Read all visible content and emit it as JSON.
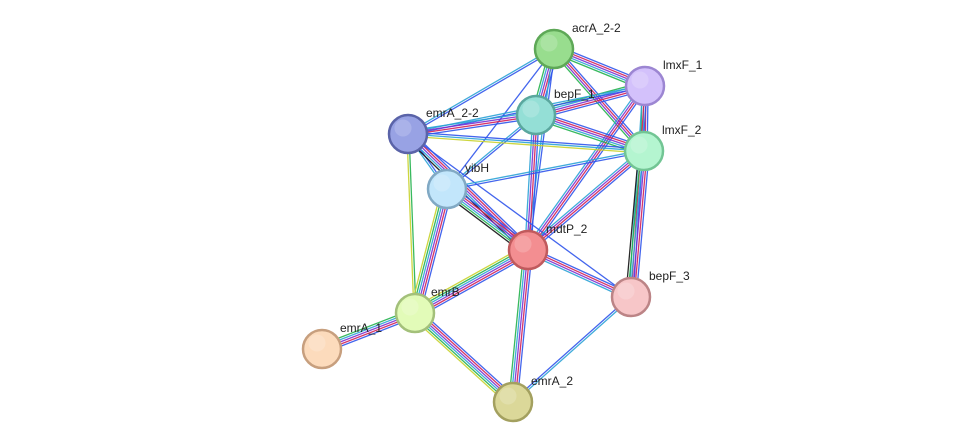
{
  "network": {
    "edge_colors": [
      "#2f54eb",
      "#d11f58",
      "#7a2fd0",
      "#2ba2d6",
      "#22b14c",
      "#c8d22b",
      "#111111"
    ],
    "nodes": [
      {
        "id": "acrA_2-2",
        "label": "acrA_2-2",
        "color": "#98dd8e",
        "stroke": "#5ea857"
      },
      {
        "id": "lmxF_1",
        "label": "lmxF_1",
        "color": "#d3c1fb",
        "stroke": "#9c86d2"
      },
      {
        "id": "bepF_1",
        "label": "bepF_1",
        "color": "#94dfd6",
        "stroke": "#5aa79e"
      },
      {
        "id": "emrA_2-2",
        "label": "emrA_2-2",
        "color": "#98a2e4",
        "stroke": "#5a63a8"
      },
      {
        "id": "lmxF_2",
        "label": "lmxF_2",
        "color": "#b4f5d0",
        "stroke": "#72c594"
      },
      {
        "id": "yibH",
        "label": "yibH",
        "color": "#c2e6fb",
        "stroke": "#81a9c4"
      },
      {
        "id": "mdtP_2",
        "label": "mdtP_2",
        "color": "#f38e91",
        "stroke": "#c05a5d"
      },
      {
        "id": "bepF_3",
        "label": "bepF_3",
        "color": "#f7c6c8",
        "stroke": "#bc8486"
      },
      {
        "id": "emrB",
        "label": "emrB",
        "color": "#e2fbb8",
        "stroke": "#a3c07a"
      },
      {
        "id": "emrA_1",
        "label": "emrA_1",
        "color": "#fcdbbc",
        "stroke": "#c79f7e"
      },
      {
        "id": "emrA_2",
        "label": "emrA_2",
        "color": "#dbd899",
        "stroke": "#a3a05f"
      }
    ],
    "edges": [
      {
        "source": "acrA_2-2",
        "target": "lmxF_1",
        "lines": [
          0,
          1,
          2,
          3,
          4
        ]
      },
      {
        "source": "acrA_2-2",
        "target": "bepF_1",
        "lines": [
          0,
          1,
          2,
          3,
          4
        ]
      },
      {
        "source": "acrA_2-2",
        "target": "lmxF_2",
        "lines": [
          0,
          1,
          2,
          4
        ]
      },
      {
        "source": "acrA_2-2",
        "target": "emrA_2-2",
        "lines": [
          0,
          3
        ]
      },
      {
        "source": "acrA_2-2",
        "target": "mdtP_2",
        "lines": [
          0,
          3
        ]
      },
      {
        "source": "acrA_2-2",
        "target": "yibH",
        "lines": [
          0
        ]
      },
      {
        "source": "lmxF_1",
        "target": "bepF_1",
        "lines": [
          0,
          1,
          2,
          3,
          4
        ]
      },
      {
        "source": "lmxF_1",
        "target": "lmxF_2",
        "lines": [
          0,
          1,
          3,
          4
        ]
      },
      {
        "source": "lmxF_1",
        "target": "emrA_2-2",
        "lines": [
          0,
          3
        ]
      },
      {
        "source": "lmxF_1",
        "target": "mdtP_2",
        "lines": [
          0,
          1,
          2,
          3
        ]
      },
      {
        "source": "lmxF_1",
        "target": "bepF_3",
        "lines": [
          0,
          1,
          3
        ]
      },
      {
        "source": "bepF_1",
        "target": "lmxF_2",
        "lines": [
          0,
          1,
          2,
          3,
          4
        ]
      },
      {
        "source": "bepF_1",
        "target": "emrA_2-2",
        "lines": [
          0,
          1,
          2,
          3
        ]
      },
      {
        "source": "bepF_1",
        "target": "mdtP_2",
        "lines": [
          0,
          1,
          2,
          3
        ]
      },
      {
        "source": "bepF_1",
        "target": "yibH",
        "lines": [
          0,
          3
        ]
      },
      {
        "source": "emrA_2-2",
        "target": "lmxF_2",
        "lines": [
          0,
          3,
          5
        ]
      },
      {
        "source": "emrA_2-2",
        "target": "yibH",
        "lines": [
          0,
          3
        ]
      },
      {
        "source": "emrA_2-2",
        "target": "mdtP_2",
        "lines": [
          0,
          1,
          2,
          3,
          6
        ]
      },
      {
        "source": "emrA_2-2",
        "target": "emrB",
        "lines": [
          4,
          5
        ]
      },
      {
        "source": "emrA_2-2",
        "target": "bepF_3",
        "lines": [
          0
        ]
      },
      {
        "source": "lmxF_2",
        "target": "mdtP_2",
        "lines": [
          0,
          1,
          2,
          3
        ]
      },
      {
        "source": "lmxF_2",
        "target": "bepF_3",
        "lines": [
          0,
          1,
          2,
          3,
          4,
          6
        ]
      },
      {
        "source": "lmxF_2",
        "target": "yibH",
        "lines": [
          0,
          3
        ]
      },
      {
        "source": "yibH",
        "target": "mdtP_2",
        "lines": [
          0,
          1,
          2,
          3,
          4,
          6
        ]
      },
      {
        "source": "yibH",
        "target": "emrB",
        "lines": [
          0,
          1,
          2,
          3,
          4,
          5
        ]
      },
      {
        "source": "mdtP_2",
        "target": "bepF_3",
        "lines": [
          0,
          1,
          2,
          3
        ]
      },
      {
        "source": "mdtP_2",
        "target": "emrB",
        "lines": [
          0,
          1,
          2,
          3,
          4,
          5
        ]
      },
      {
        "source": "mdtP_2",
        "target": "emrA_2",
        "lines": [
          0,
          1,
          2,
          3,
          4
        ]
      },
      {
        "source": "emrB",
        "target": "emrA_1",
        "lines": [
          0,
          1,
          2,
          3,
          4
        ]
      },
      {
        "source": "emrB",
        "target": "emrA_2",
        "lines": [
          0,
          1,
          2,
          3,
          4,
          5
        ]
      },
      {
        "source": "emrA_2",
        "target": "bepF_3",
        "lines": [
          0,
          3
        ]
      }
    ]
  }
}
